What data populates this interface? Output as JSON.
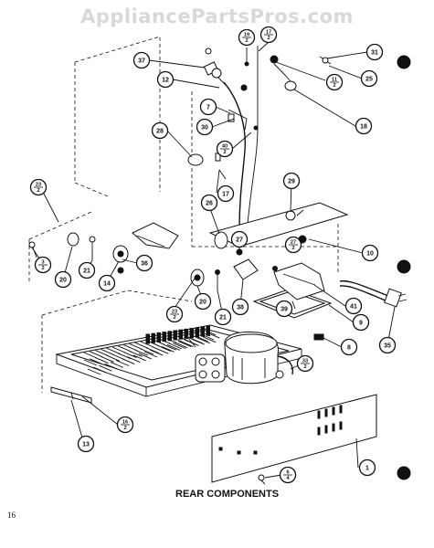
{
  "watermark": "AppliancePartsPros.com",
  "caption": "REAR COMPONENTS",
  "page_number": "16",
  "callouts": [
    {
      "id": "c37",
      "top": "37"
    },
    {
      "id": "c12",
      "top": "12"
    },
    {
      "id": "c19",
      "top": "19",
      "bottom": "2"
    },
    {
      "id": "c17a",
      "top": "17",
      "bottom": "2"
    },
    {
      "id": "c31",
      "top": "31"
    },
    {
      "id": "c25",
      "top": "25"
    },
    {
      "id": "c11",
      "top": "11",
      "bottom": "2"
    },
    {
      "id": "c7",
      "top": "7"
    },
    {
      "id": "c30",
      "top": "30"
    },
    {
      "id": "c18",
      "top": "18"
    },
    {
      "id": "c28",
      "top": "28"
    },
    {
      "id": "c40",
      "top": "40",
      "bottom": "2"
    },
    {
      "id": "c17b",
      "top": "17"
    },
    {
      "id": "c23a",
      "top": "23",
      "bottom": "2"
    },
    {
      "id": "c29",
      "top": "29"
    },
    {
      "id": "c26",
      "top": "26"
    },
    {
      "id": "c27a",
      "top": "27"
    },
    {
      "id": "c27b",
      "top": "27",
      "bottom": "2"
    },
    {
      "id": "c10",
      "top": "10"
    },
    {
      "id": "c3",
      "top": "3",
      "bottom": "2"
    },
    {
      "id": "c21a",
      "top": "21"
    },
    {
      "id": "c14",
      "top": "14"
    },
    {
      "id": "c36a",
      "top": "36"
    },
    {
      "id": "c20a",
      "top": "20"
    },
    {
      "id": "c23b",
      "top": "23",
      "bottom": "2"
    },
    {
      "id": "c20b",
      "top": "20"
    },
    {
      "id": "c21b",
      "top": "21"
    },
    {
      "id": "c38",
      "top": "38"
    },
    {
      "id": "c39",
      "top": "39"
    },
    {
      "id": "c41",
      "top": "41"
    },
    {
      "id": "c9",
      "top": "9"
    },
    {
      "id": "c35",
      "top": "35"
    },
    {
      "id": "c8",
      "top": "8"
    },
    {
      "id": "c33",
      "top": "33",
      "bottom": "2"
    },
    {
      "id": "c16",
      "top": "16",
      "bottom": "2"
    },
    {
      "id": "c13",
      "top": "13"
    },
    {
      "id": "c1",
      "top": "1"
    },
    {
      "id": "c6",
      "top": "6",
      "bottom": "4"
    }
  ]
}
